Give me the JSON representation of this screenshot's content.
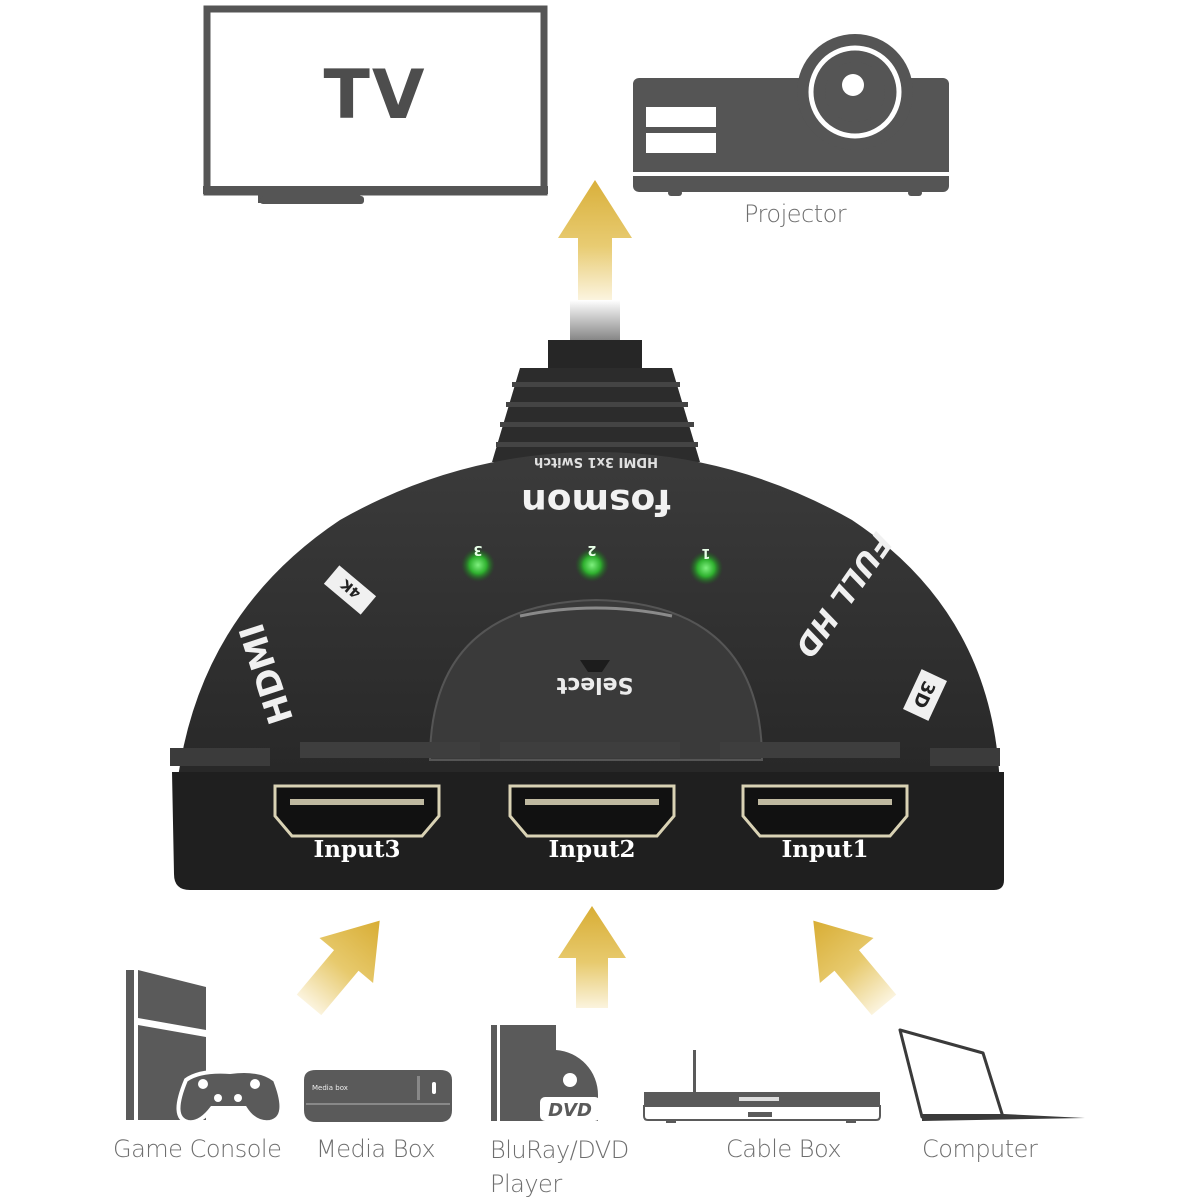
{
  "outputs": {
    "tv": {
      "label": "TV"
    },
    "projector": {
      "label": "Projector"
    }
  },
  "device": {
    "brand": "fosmon",
    "model_text": "HDMI 3x1 Switch",
    "select_label": "Select",
    "led_labels": [
      "3",
      "2",
      "1"
    ],
    "badges": {
      "hdmi": "HDMI",
      "full_hd": "FULL HD",
      "three_d": "3D",
      "four_k": "4K"
    },
    "inputs": [
      {
        "label": "Input3"
      },
      {
        "label": "Input2"
      },
      {
        "label": "Input1"
      }
    ]
  },
  "sources": [
    {
      "label": "Game Console",
      "icon": "game-console-icon"
    },
    {
      "label": "Media Box",
      "icon": "media-box-icon",
      "icon_text": "Media box"
    },
    {
      "label": "BluRay/DVD Player",
      "icon": "dvd-player-icon",
      "icon_text": "DVD"
    },
    {
      "label": "Cable Box",
      "icon": "cable-box-icon"
    },
    {
      "label": "Computer",
      "icon": "laptop-icon"
    }
  ],
  "colors": {
    "icon_gray": "#5a5a5a",
    "device_black": "#2a2a2a",
    "arrow_gold": "#d9b23a",
    "led_green": "#2fb12f",
    "label_gray": "#6e6e6e"
  }
}
